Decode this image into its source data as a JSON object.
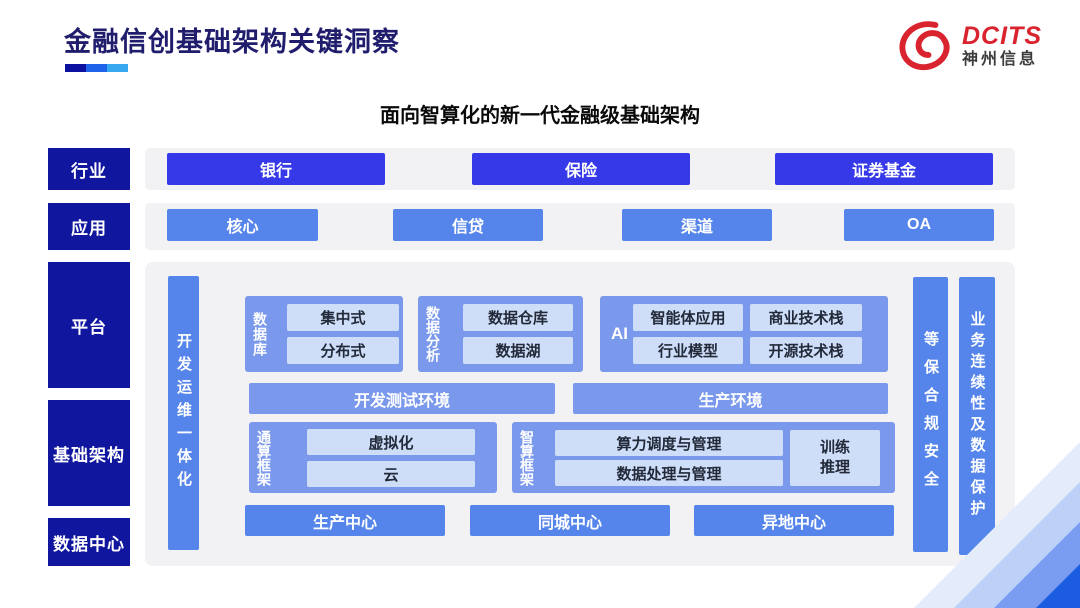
{
  "header": {
    "title": "金融信创基础架构关键洞察",
    "logo": {
      "name": "DCITS",
      "subname": "神州信息"
    }
  },
  "diagram": {
    "title": "面向智算化的新一代金融级基础架构",
    "row_labels": [
      "行业",
      "应用",
      "平台",
      "基础架构",
      "数据中心"
    ],
    "industry_row": [
      "银行",
      "保险",
      "证券基金"
    ],
    "application_row": [
      "核心",
      "信贷",
      "渠道",
      "OA"
    ],
    "platform": {
      "devops_bar": "开发运维一体化",
      "database_group": {
        "label": "数据库",
        "items": [
          "集中式",
          "分布式"
        ]
      },
      "analytics_group": {
        "label": "数据分析",
        "items": [
          "数据仓库",
          "数据湖"
        ]
      },
      "ai_group": {
        "label": "AI",
        "items": [
          "智能体应用",
          "商业技术栈",
          "行业模型",
          "开源技术栈"
        ]
      },
      "env_bars": [
        "开发测试环境",
        "生产环境"
      ],
      "general_compute_group": {
        "label": "通算框架",
        "items": [
          "虚拟化",
          "云"
        ]
      },
      "intelligent_compute_group": {
        "label": "智算框架",
        "items": [
          "算力调度与管理",
          "数据处理与管理"
        ],
        "side_box": [
          "训练",
          "推理"
        ]
      },
      "centers": [
        "生产中心",
        "同城中心",
        "异地中心"
      ],
      "security_bar": "等保合规安全",
      "continuity_bar": "业务连续性及数据保护"
    }
  },
  "colors": {
    "title_text": "#211d6d",
    "row_label_bg": "#10169e",
    "industry_btn_bg": "#3639e8",
    "app_btn_bg": "#5585ea",
    "pillar_bar_bg": "#5585ea",
    "group_box_bg": "#7b99ec",
    "inner_box_bg": "#cfdef8",
    "inner_box_text": "#222a3a",
    "strip_bg": "#f2f2f4",
    "logo_red": "#d9232e",
    "underline": [
      "#0d11a0",
      "#1e63e9",
      "#38a9f1"
    ],
    "deco": [
      "#e4ecfc",
      "#bdd0f8",
      "#7b9df1",
      "#1b5ce2"
    ]
  }
}
